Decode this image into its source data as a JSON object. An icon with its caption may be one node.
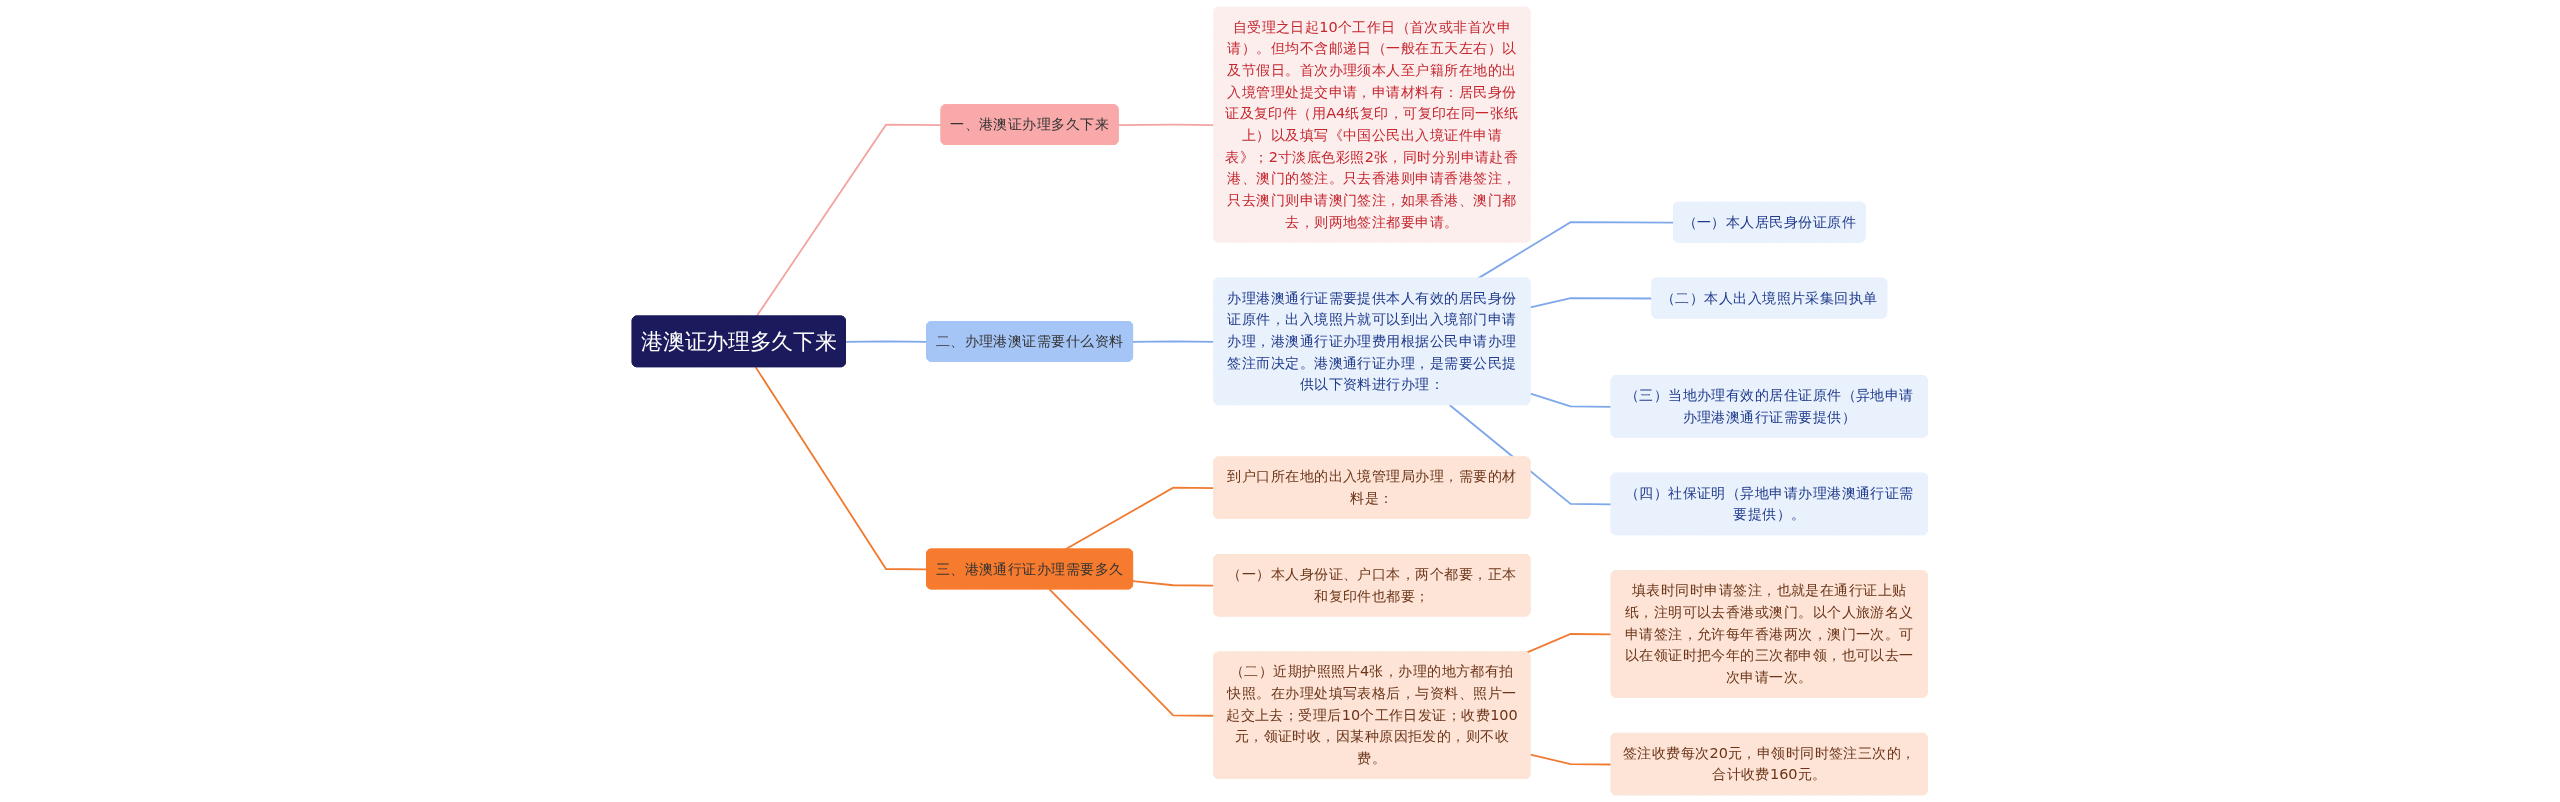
{
  "diagram": {
    "nodes": [
      {
        "text": [
          "港澳证办理多久下来"
        ]
      },
      {
        "text": [
          "一、港澳证办理多久下来"
        ]
      },
      {
        "text": [
          "自受理之日起10个工作日（首次或非首次申请）。但均不含邮递日（一般在五天左右）以及节假日。首次办理须本人至户籍所在地的出入境管理处提交申请，申请材料有：居民身份证及复印件（用A4纸复印，可复印在同一张纸上）以及填写《中国公民出入境证件申请表》；2寸淡底色彩照2张，同时分别申请赴香港、澳门的签注。只去香港则申请香港签注，只去澳门则申请澳门签注，如果香港、澳门都去，则两地签注都要申请。"
        ]
      },
      {
        "text": [
          "二、办理港澳证需要什么资料"
        ]
      },
      {
        "text": [
          "办理港澳通行证需要提供本人有效的居民身份证原件，出入境照片就可以到出入境部门申请办理，港澳通行证办理费用根据公民申请办理签注而决定。港澳通行证办理，是需要公民提供以下资料进行办理："
        ]
      },
      {
        "text": [
          "（一）本人居民身份证原件"
        ]
      },
      {
        "text": [
          "（二）本人出入境照片采集回执单"
        ]
      },
      {
        "text": [
          "（三）当地办理有效的居住证原件（异地申请办理港澳通行证需要提供）"
        ]
      },
      {
        "text": [
          "（四）社保证明（异地申请办理港澳通行证需要提供）。"
        ]
      },
      {
        "text": [
          "三、港澳通行证办理需要多久"
        ]
      },
      {
        "text": [
          "到户口所在地的出入境管理局办理，需要的材料是："
        ]
      },
      {
        "text": [
          "（一）本人身份证、户口本，两个都要，正本和复印件也都要；"
        ]
      },
      {
        "text": [
          "（二）近期护照照片4张，办理的地方都有拍快照。在办理处填写表格后，与资料、照片一起交上去；受理后10个工作日发证；收费100元，领证时收，因某种原因拒发的，则不收费。"
        ]
      },
      {
        "text": [
          "填表时同时申请签注，也就是在通行证上贴纸，注明可以去香港或澳门。以个人旅游名义申请签注，允许每年香港两次，澳门一次。可以在领证时把今年的三次都申领，也可以去一次申请一次。"
        ]
      },
      {
        "text": [
          "签注收费每次20元，申领时同时签注三次的，合计收费160元。"
        ]
      }
    ],
    "edges": [
      {
        "from": 0,
        "to": 1,
        "arrow": "none",
        "color": "#f4a3a3"
      },
      {
        "from": 1,
        "to": 2,
        "arrow": "none",
        "color": "#f4a3a3"
      },
      {
        "from": 0,
        "to": 3,
        "arrow": "none",
        "color": "#7da7ea"
      },
      {
        "from": 3,
        "to": 4,
        "arrow": "none",
        "color": "#7da7ea"
      },
      {
        "from": 4,
        "to": 5,
        "arrow": "none",
        "color": "#7da7ea"
      },
      {
        "from": 4,
        "to": 6,
        "arrow": "none",
        "color": "#7da7ea"
      },
      {
        "from": 4,
        "to": 7,
        "arrow": "none",
        "color": "#7da7ea"
      },
      {
        "from": 4,
        "to": 8,
        "arrow": "none",
        "color": "#7da7ea"
      },
      {
        "from": 0,
        "to": 9,
        "arrow": "none",
        "color": "#f07a30"
      },
      {
        "from": 9,
        "to": 10,
        "arrow": "none",
        "color": "#f07a30"
      },
      {
        "from": 9,
        "to": 11,
        "arrow": "none",
        "color": "#f07a30"
      },
      {
        "from": 9,
        "to": 12,
        "arrow": "none",
        "color": "#f07a30"
      },
      {
        "from": 12,
        "to": 13,
        "arrow": "none",
        "color": "#f07a30"
      },
      {
        "from": 12,
        "to": 14,
        "arrow": "none",
        "color": "#f07a30"
      }
    ]
  }
}
